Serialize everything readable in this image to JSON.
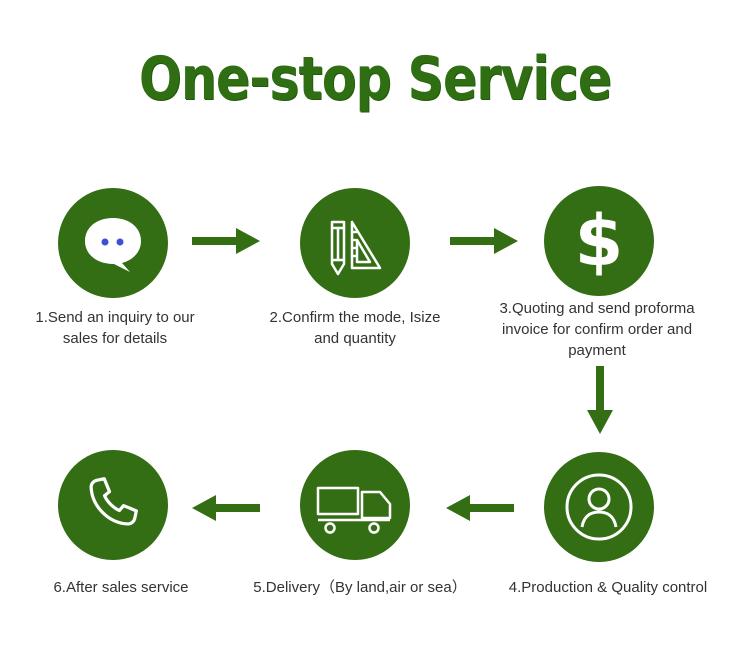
{
  "title": "One-stop Service",
  "colors": {
    "green": "#346e14",
    "title_green": "#2f6e12",
    "text": "#333333"
  },
  "steps": [
    {
      "icon": "chat-bubble-icon",
      "label": "1.Send an inquiry to our sales for details"
    },
    {
      "icon": "pencil-ruler-icon",
      "label": "2.Confirm the mode, Isize and quantity"
    },
    {
      "icon": "dollar-icon",
      "symbol": "$",
      "label": "3.Quoting and send proforma invoice for confirm order and payment"
    },
    {
      "icon": "person-icon",
      "label": "4.Production & Quality control"
    },
    {
      "icon": "truck-icon",
      "label": "5.Delivery（By land,air or sea）"
    },
    {
      "icon": "phone-icon",
      "label": "6.After sales service"
    }
  ]
}
